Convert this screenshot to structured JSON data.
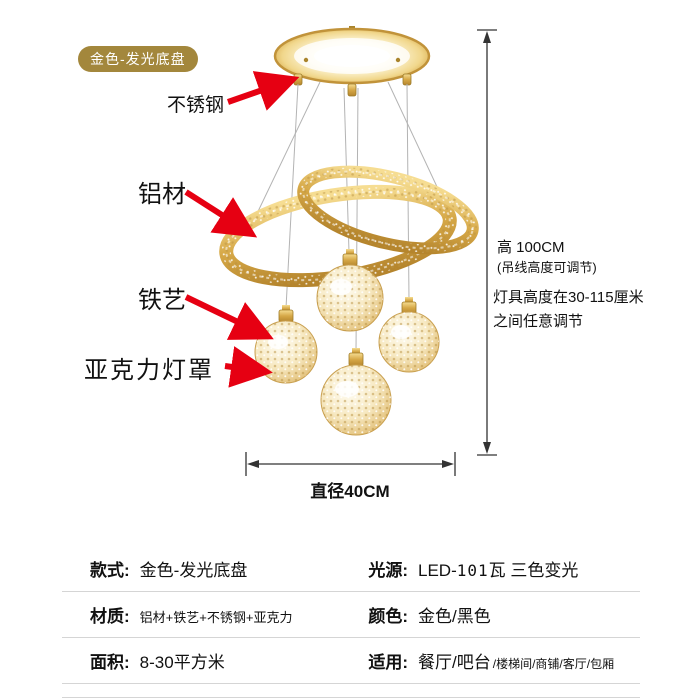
{
  "badge": {
    "label": "金色-发光底盘"
  },
  "annotations": {
    "stainless": "不锈钢",
    "aluminum": "铝材",
    "iron": "铁艺",
    "acrylic": "亚克力灯罩"
  },
  "dimensions": {
    "height_title": "高 100CM",
    "height_note1": "(吊线高度可调节)",
    "height_note2": "灯具高度在30-115厘米",
    "height_note3": "之间任意调节",
    "diameter": "直径40CM"
  },
  "specs": {
    "rows": [
      {
        "l_label": "款式:",
        "l_value": "金色-发光底盘",
        "r_label": "光源:",
        "r_value_a": "LED-",
        "r_value_b": "101",
        "r_value_c": "瓦 三色变光"
      },
      {
        "l_label": "材质:",
        "l_value": "铝材+铁艺+不锈钢+亚克力",
        "r_label": "颜色:",
        "r_value": "金色/黑色"
      },
      {
        "l_label": "面积:",
        "l_value": "8-30平方米",
        "r_label": "适用:",
        "r_value_main": "餐厅/吧台",
        "r_value_small": "/楼梯间/商铺/客厅/包厢"
      }
    ]
  },
  "colors": {
    "gold": "#d4a243",
    "badge_bg": "#a3873c",
    "arrow_red": "#e60012",
    "dimension_line": "#333333",
    "table_line": "#d5d5d5"
  }
}
